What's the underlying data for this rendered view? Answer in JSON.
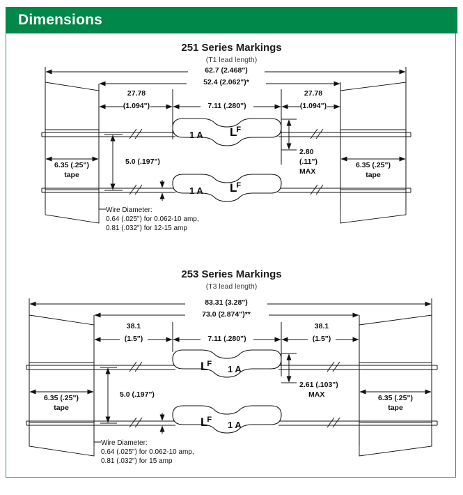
{
  "header": {
    "title": "Dimensions",
    "bar_color": "#00874a",
    "frame_color": "#2f8f72"
  },
  "sections": [
    {
      "id": "251",
      "title": "251 Series Markings",
      "subtitle": "(T1 lead length)",
      "dims": {
        "overall": "62.7 (2.468\")",
        "inner": "52.4 (2.062\")*",
        "lead_left": "27.78",
        "lead_left_in": "(1.094\")",
        "body_len": "7.11 (.280\")",
        "lead_right": "27.78",
        "lead_right_in": "(1.094\")",
        "tape_left_1": "6.35 (.25\")",
        "tape_left_2": "tape",
        "tape_right_1": "6.35 (.25\")",
        "tape_right_2": "tape",
        "pitch": "5.0 (.197\")",
        "body_dia_1": "2.80",
        "body_dia_2": "(.11\")",
        "body_dia_3": "MAX"
      },
      "wire_note": [
        "Wire Diameter:",
        "0.64 (.025\") for 0.062-10 amp,",
        "0.81 (.032\") for 12-15 amp"
      ],
      "marking": {
        "order": "rating-then-logo",
        "rating": "1 A",
        "logo_l": "L",
        "logo_f": "F"
      }
    },
    {
      "id": "253",
      "title": "253 Series Markings",
      "subtitle": "(T3 lead length)",
      "dims": {
        "overall": "83.31 (3.28\")",
        "inner": "73.0 (2.874\")**",
        "lead_left": "38.1",
        "lead_left_in": "(1.5\")",
        "body_len": "7.11 (.280\")",
        "lead_right": "38.1",
        "lead_right_in": "(1.5\")",
        "tape_left_1": "6.35 (.25\")",
        "tape_left_2": "tape",
        "tape_right_1": "6.35 (.25\")",
        "tape_right_2": "tape",
        "pitch": "5.0 (.197\")",
        "body_dia_1": "2.61 (.103\")",
        "body_dia_2": "MAX",
        "body_dia_3": ""
      },
      "wire_note": [
        "Wire Diameter:",
        "0.64 (.025\") for 0.062-10 amp,",
        "0.81 (.032\") for 15 amp"
      ],
      "marking": {
        "order": "logo-then-rating",
        "rating": "1 A",
        "logo_l": "L",
        "logo_f": "F"
      }
    }
  ]
}
